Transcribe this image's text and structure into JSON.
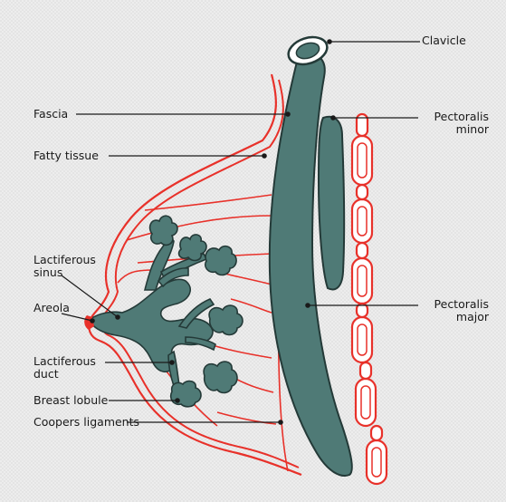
{
  "labels": {
    "clavicle": "Clavicle",
    "fascia": "Fascia",
    "fatty_tissue": "Fatty tissue",
    "pectoralis_minor": "Pectoralis\nminor",
    "lactiferous_sinus": "Lactiferous\nsinus",
    "areola": "Areola",
    "pectoralis_major": "Pectoralis\nmajor",
    "lactiferous_duct": "Lactiferous\nduct",
    "breast_lobule": "Breast lobule",
    "coopers_ligaments": "Coopers ligaments"
  },
  "colors": {
    "muscle_fill": "#4f7a76",
    "muscle_stroke": "#243a38",
    "outline_red": "#e8312a",
    "leader_line": "#1a1a1a"
  }
}
